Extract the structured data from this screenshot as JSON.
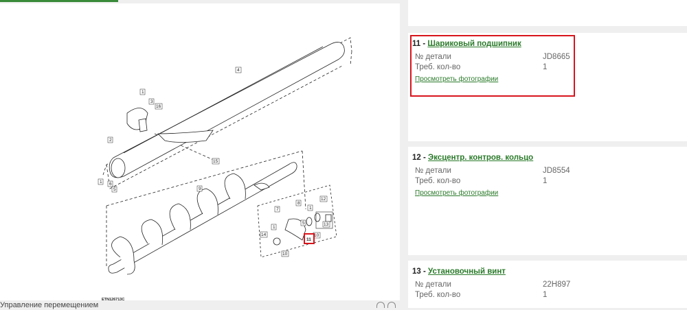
{
  "diagram": {
    "callouts": [
      "1",
      "2",
      "3",
      "4",
      "5",
      "6",
      "7",
      "8",
      "9",
      "10",
      "11",
      "12",
      "13",
      "14",
      "15",
      "16"
    ],
    "highlighted_callout": "11",
    "figure_id": "ETN126713C"
  },
  "bottom_bar": {
    "label": "Управление перемещением"
  },
  "parts": [
    {
      "number": "11",
      "separator": " - ",
      "name": "Шариковый подшипник",
      "part_no_label": "№ детали",
      "part_no": "JD8665",
      "qty_label": "Треб. кол-во",
      "qty": "1",
      "photo_link": "Просмотреть фотографии",
      "highlighted": true
    },
    {
      "number": "12",
      "separator": " - ",
      "name": "Эксцентр. контров. кольцо",
      "part_no_label": "№ детали",
      "part_no": "JD8554",
      "qty_label": "Треб. кол-во",
      "qty": "1",
      "photo_link": "Просмотреть фотографии",
      "highlighted": false
    },
    {
      "number": "13",
      "separator": " - ",
      "name": "Установочный винт",
      "part_no_label": "№ детали",
      "part_no": "22H897",
      "qty_label": "Треб. кол-во",
      "qty": "1",
      "highlighted": false
    }
  ],
  "colors": {
    "accent_green": "#2a7a2a",
    "highlight_red": "#d8141c"
  }
}
